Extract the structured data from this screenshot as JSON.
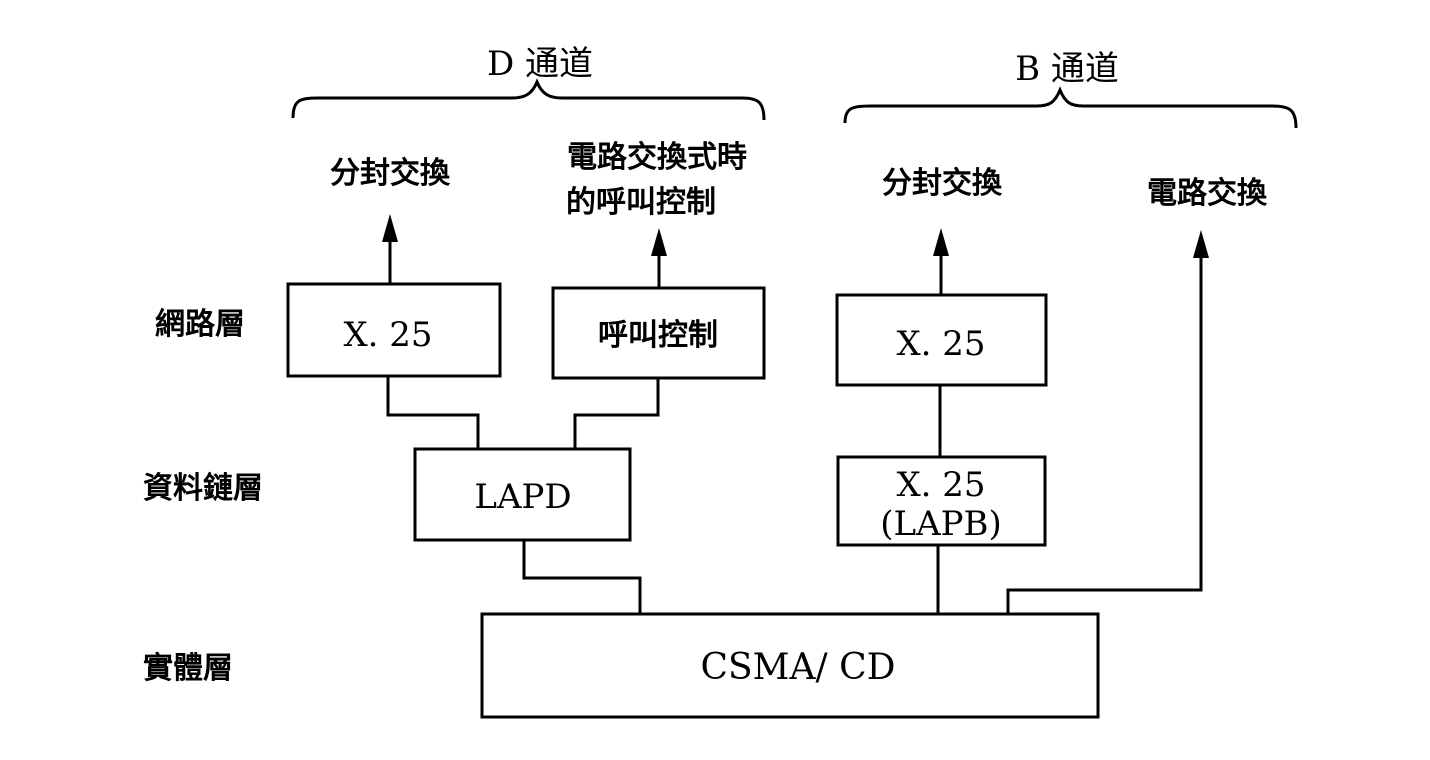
{
  "channels": {
    "d": "D 通道",
    "b": "B 通道"
  },
  "layers": {
    "network": "網路層",
    "datalink": "資料鏈層",
    "physical": "實體層"
  },
  "outputs": {
    "d_packet": "分封交換",
    "d_call_line1": "電路交換式時",
    "d_call_line2": "的呼叫控制",
    "b_packet": "分封交換",
    "b_circuit": "電路交換"
  },
  "boxes": {
    "x25_d": "X. 25",
    "call_control": "呼叫控制",
    "x25_b": "X. 25",
    "lapd": "LAPD",
    "x25_lapb_line1": "X. 25",
    "x25_lapb_line2": "(LAPB)",
    "csma": "CSMA/ CD"
  }
}
